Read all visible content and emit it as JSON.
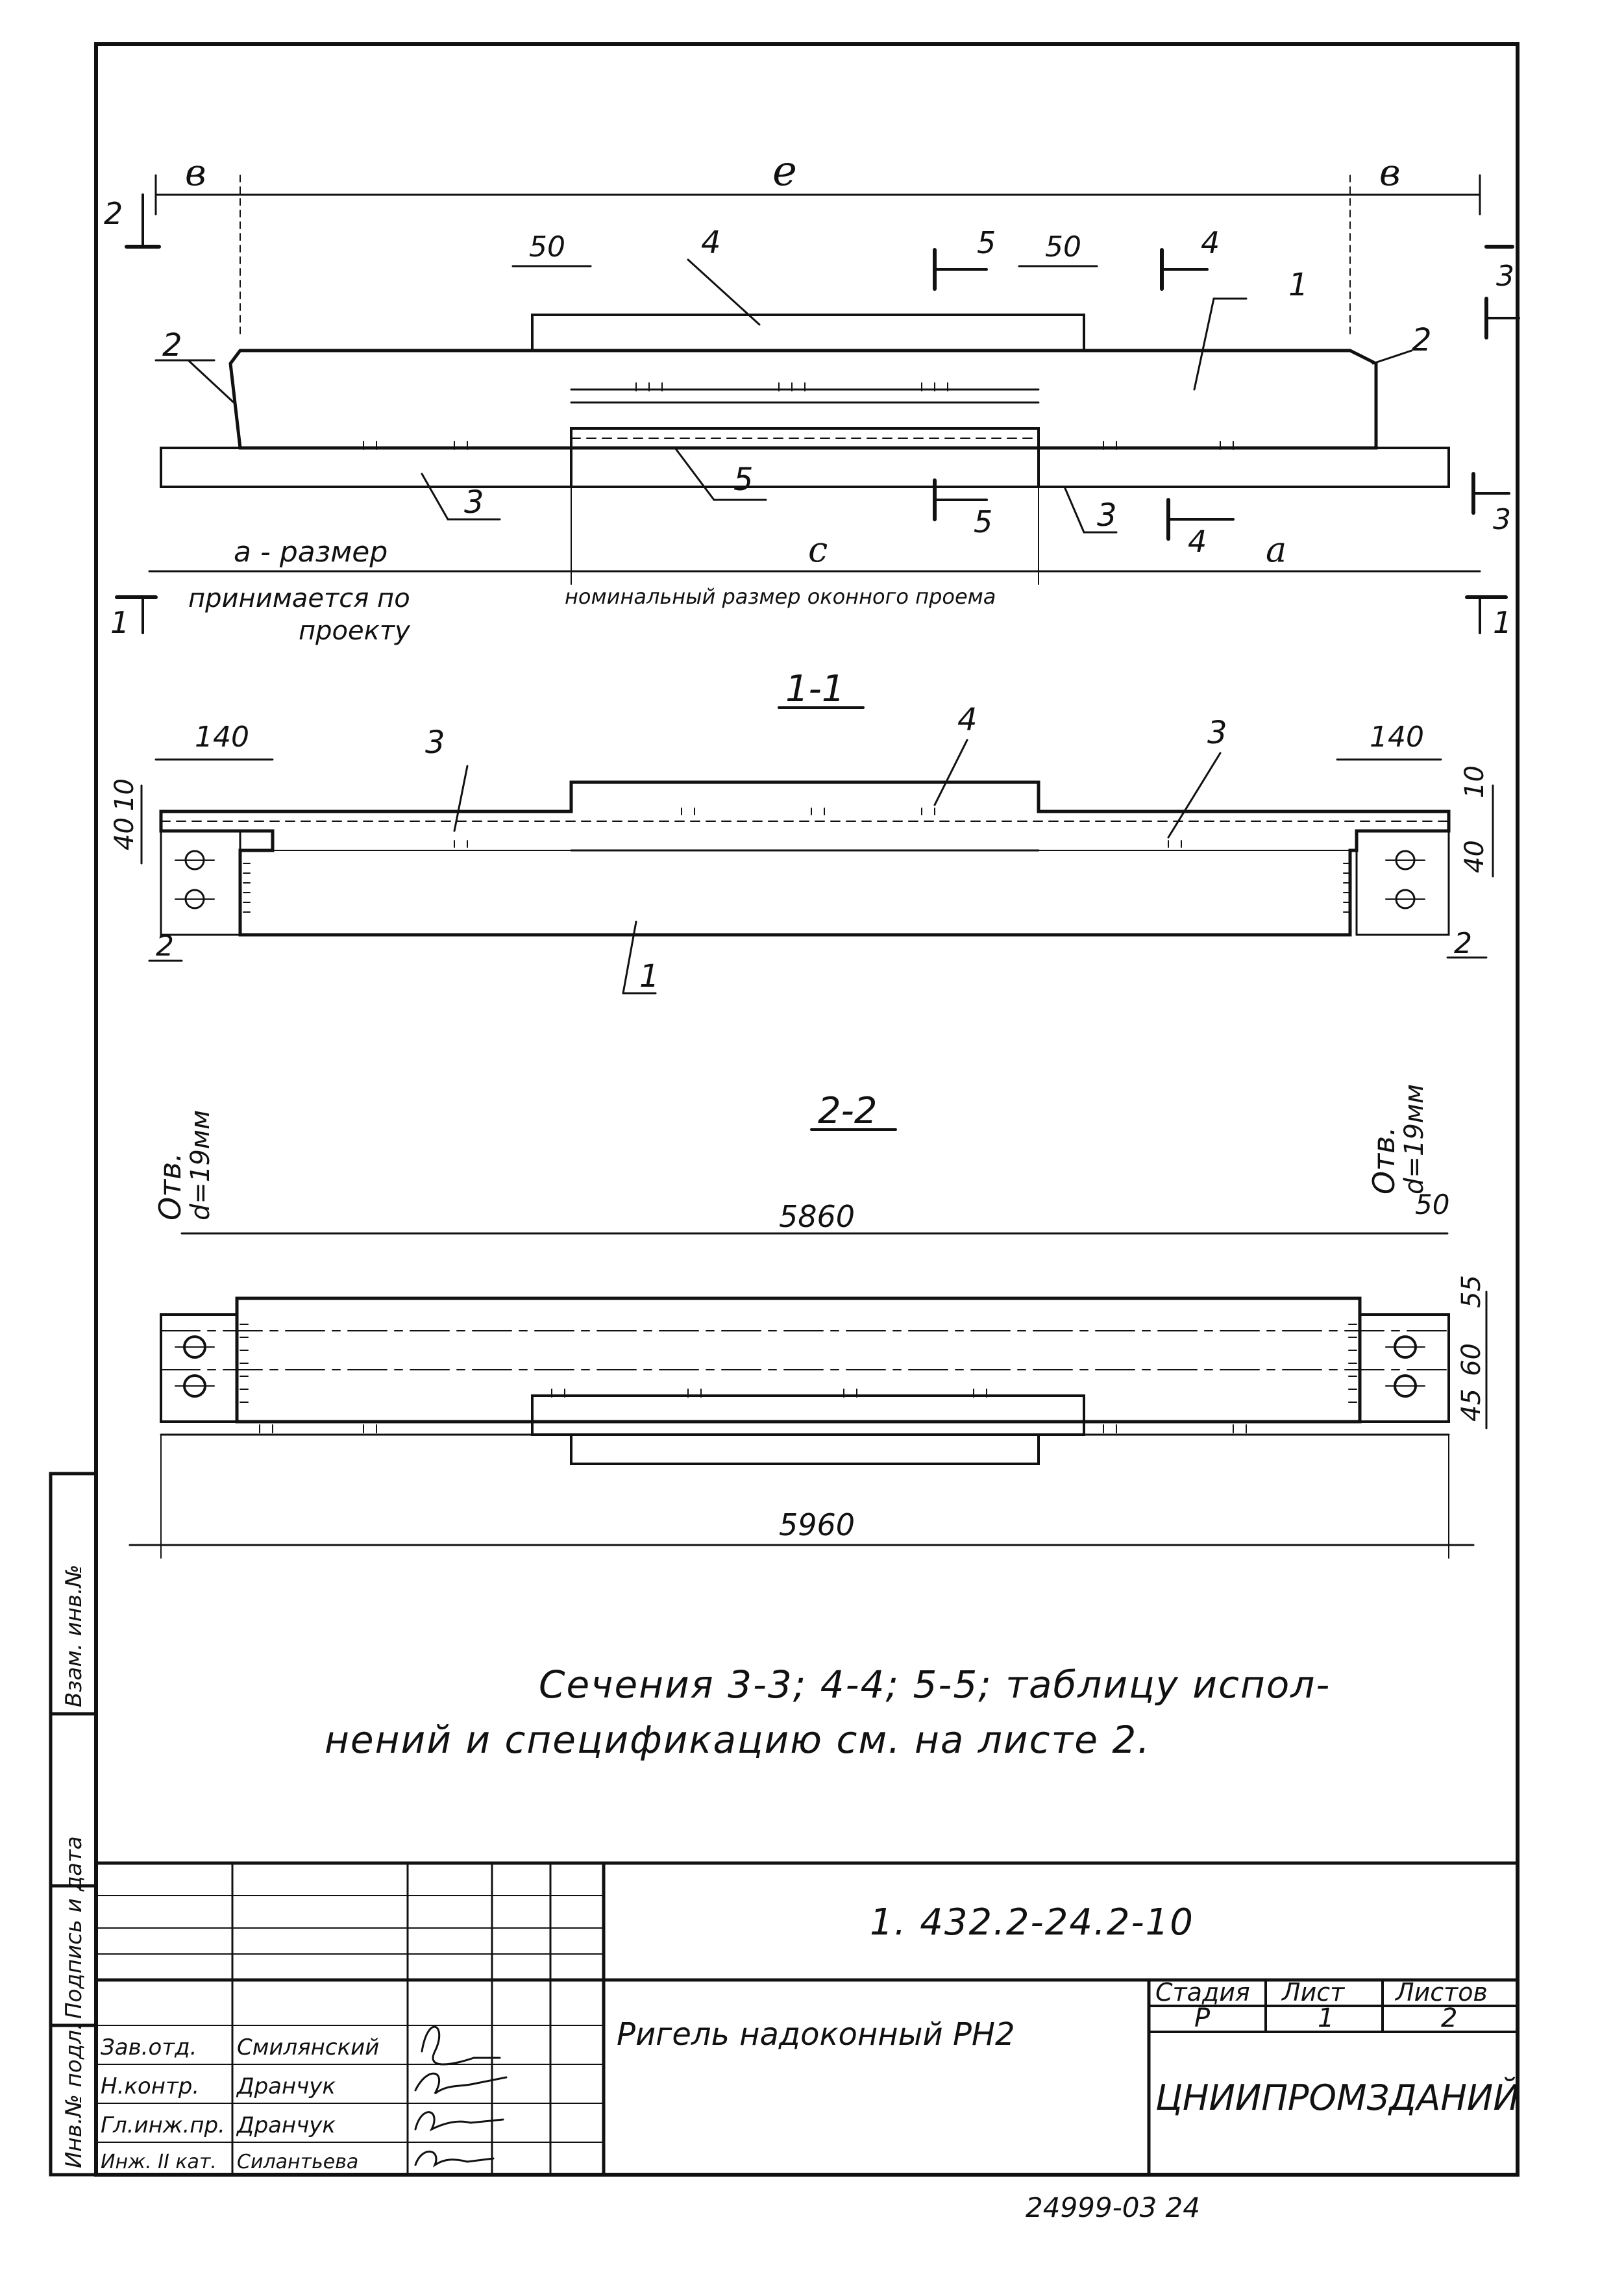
{
  "plan": {
    "dim_overall": "е",
    "dim_end_left": "в",
    "dim_end_right": "в",
    "dim_50_left": "50",
    "dim_50_right": "50",
    "dim_a": "а - размер",
    "note_a_1": "принимается по",
    "note_a_2": "проекту",
    "dim_c": "с",
    "note_c": "номинальный размер оконного проема",
    "dim_d": "а",
    "sec1_left": "1",
    "sec1_right": "1",
    "sec2_left": "2",
    "sec3_top": "3",
    "sec3_bottom": "3",
    "sec4_top": "4",
    "sec4_bottom": "4",
    "sec5_top": "5",
    "sec5_bottom": "5",
    "pos1": "1",
    "pos2_left": "2",
    "pos2_right": "2",
    "pos3_left": "3",
    "pos3_right": "3",
    "pos4": "4",
    "pos5": "5"
  },
  "section11": {
    "title": "1-1",
    "dim_140_left": "140",
    "dim_140_right": "140",
    "dim_40": "40",
    "dim_10_left": "10",
    "dim_10_right": "10",
    "dim_40_right": "40",
    "pos3_left": "3",
    "pos3_right": "3",
    "pos4": "4",
    "pos1": "1",
    "pos2_left": "2",
    "pos2_right": "2"
  },
  "section22": {
    "title": "2-2",
    "hole_note_left_1": "Отв.",
    "hole_note_left_2": "d=19мм",
    "hole_note_right_1": "Отв.",
    "hole_note_right_2": "d=19мм",
    "dim_5860": "5860",
    "dim_5960": "5960",
    "dim_50": "50",
    "dim_55": "55",
    "dim_60": "60",
    "dim_45": "45"
  },
  "note": {
    "line1": "Сечения 3-3; 4-4; 5-5; таблицу испол-",
    "line2": "нений и спецификацию см. на листе 2."
  },
  "side_stamp": {
    "box1": "Инв.№ подл.",
    "box2": "Подпись и дата",
    "box3": "Взам. инв.№"
  },
  "title_block": {
    "code": "1. 432.2-24.2-10",
    "drawing_name": "Ригель надоконный РН2",
    "stage_label": "Стадия",
    "sheet_label": "Лист",
    "sheets_label": "Листов",
    "stage_value": "Р",
    "sheet_value": "1",
    "sheets_value": "2",
    "organization": "ЦНИИПРОМЗДАНИЙ",
    "roles": [
      "Зав.отд.",
      "Н.контр.",
      "Гл.инж.пр.",
      "Инж. II кат."
    ],
    "names": [
      "Смилянский",
      "Дранчук",
      "Дранчук",
      "Силантьева"
    ]
  },
  "footer_number": "24999-03 24"
}
